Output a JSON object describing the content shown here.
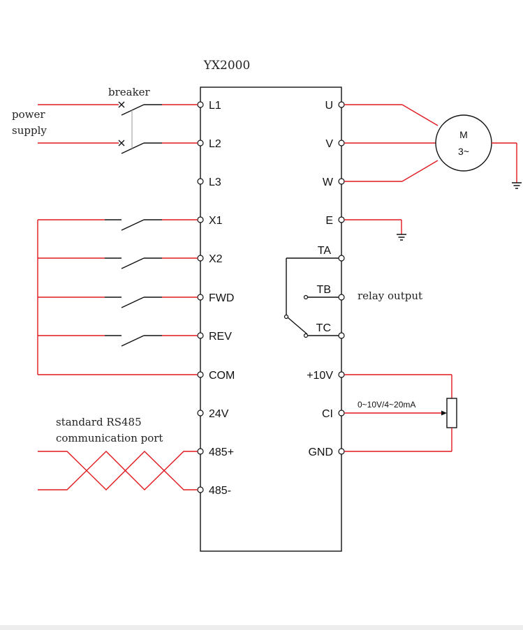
{
  "title": "YX2000",
  "labels": {
    "breaker": "breaker",
    "power_supply_line1": "power",
    "power_supply_line2": "supply",
    "relay_output": "relay output",
    "rs485_line1": "standard RS485",
    "rs485_line2": "communication port",
    "analog_range": "0~10V/4~20mA",
    "motor_line1": "M",
    "motor_line2": "3~"
  },
  "left_terminals": [
    "L1",
    "L2",
    "L3",
    "X1",
    "X2",
    "FWD",
    "REV",
    "COM",
    "24V",
    "485+",
    "485-"
  ],
  "right_terminals": [
    "U",
    "V",
    "W",
    "E",
    "TA",
    "TB",
    "TC",
    "+10V",
    "CI",
    "GND"
  ],
  "colors": {
    "wire": "#e0191f",
    "line": "#111111"
  }
}
